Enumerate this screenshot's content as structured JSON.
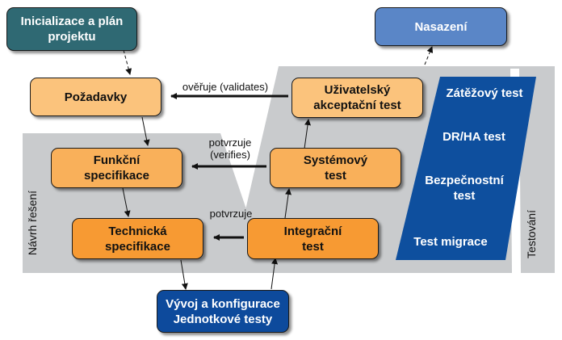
{
  "boxes": {
    "init": "Inicializace a plán\nprojektu",
    "deploy": "Nasazení",
    "requirements": "Požadavky",
    "functional": "Funkční\nspecifikace",
    "technical": "Technická\nspecifikace",
    "uat": "Uživatelský\nakceptační test",
    "system": "Systémový\ntest",
    "integration": "Integrační\ntest",
    "devbox": "Vývoj a konfigurace\nJednotkové testy"
  },
  "arrow_labels": {
    "validates": "ověřuje (validates)",
    "verifies": "potvrzuje\n(verifies)",
    "confirms": "potvrzuje"
  },
  "test_types": [
    "Zátěžový test",
    "DR/HA test",
    "Bezpečnostní\ntest",
    "Test migrace"
  ],
  "side_labels": {
    "design": "Návrh řešení",
    "testing": "Testování"
  }
}
